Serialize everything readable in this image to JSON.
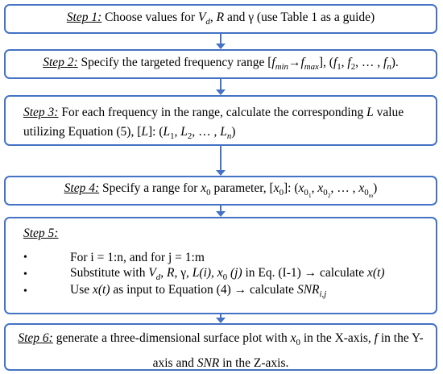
{
  "steps": [
    {
      "label": "Step 1:",
      "parts": [
        " Choose values for ",
        "V",
        "d",
        ", ",
        "R",
        " and γ (use Table 1 as a guide)"
      ]
    },
    {
      "label": "Step 2:",
      "parts": [
        " Specify the targeted frequency range [",
        "f",
        "min",
        "→",
        "f",
        "max",
        "], (",
        "f",
        "1",
        ", ",
        "f",
        "2",
        ", … , ",
        "f",
        "n",
        ")."
      ]
    },
    {
      "label": "Step 3:",
      "parts": [
        " For each frequency in the range, calculate the corresponding ",
        "L",
        " value utilizing Equation (5), [",
        "L",
        "]: (",
        "L",
        "1",
        ", ",
        "L",
        "2",
        ", … , ",
        "L",
        "n",
        ")"
      ]
    },
    {
      "label": "Step 4:",
      "parts": [
        " Specify a range for ",
        "x",
        "0",
        " parameter, [",
        "x",
        "0",
        "]: (",
        "x",
        "0",
        "1",
        ", ",
        "x",
        "0",
        "2",
        ", … , ",
        "x",
        "0",
        "m",
        ")"
      ]
    },
    {
      "label": "Step 5:",
      "bullets": [
        {
          "parts": [
            "For i = 1:n, and for j = 1:m"
          ]
        },
        {
          "parts": [
            "Substitute with ",
            "V",
            "d",
            ", ",
            "R",
            ", γ, ",
            "L(i)",
            ", ",
            "x",
            "0",
            " ",
            "(j)",
            " in Eq. (I-1) → calculate ",
            "x(t)"
          ]
        },
        {
          "parts": [
            "Use ",
            "x(t)",
            " as input to Equation (4) → calculate ",
            "SNR",
            "i,j"
          ]
        }
      ]
    },
    {
      "label": "Step 6:",
      "parts": [
        " generate a three-dimensional surface plot with ",
        "x",
        "0",
        " in the X-axis, ",
        "f",
        " in the Y-axis and ",
        "SNR",
        " in the Z-axis."
      ]
    }
  ],
  "bullet_symbol": "•"
}
